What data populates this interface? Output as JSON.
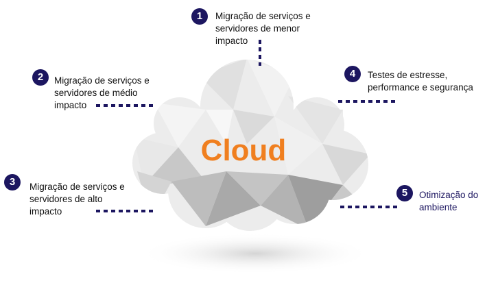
{
  "cloud_title": "Cloud",
  "colors": {
    "badge": "#1c1660",
    "title": "#f07f1f",
    "connector": "#1c1660",
    "step5_text": "#1c1660"
  },
  "steps": [
    {
      "number": "1",
      "lines": [
        "Migração de serviços e",
        "servidores de menor",
        "impacto"
      ]
    },
    {
      "number": "2",
      "lines": [
        "Migração de serviços e",
        "servidores de médio",
        "impacto"
      ]
    },
    {
      "number": "3",
      "lines": [
        "Migração de serviços e",
        "servidores de alto",
        "impacto"
      ]
    },
    {
      "number": "4",
      "lines": [
        "Testes de estresse,",
        "performance e segurança"
      ]
    },
    {
      "number": "5",
      "lines": [
        "Otimização do",
        "ambiente"
      ]
    }
  ]
}
